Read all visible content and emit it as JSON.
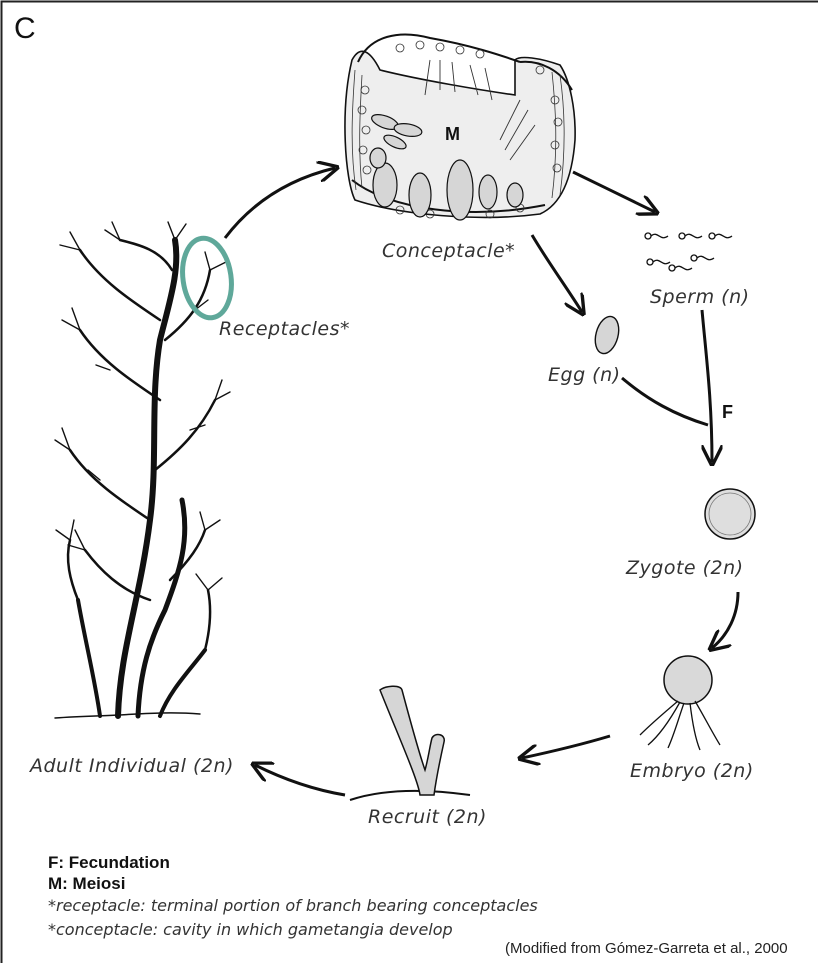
{
  "panel_letter": "C",
  "labels": {
    "meiosis_marker": "M",
    "fecundation_marker": "F",
    "receptacles": "Receptacles*",
    "conceptacle": "Conceptacle*",
    "sperm": "Sperm (n)",
    "egg": "Egg (n)",
    "zygote": "Zygote (2n)",
    "embryo": "Embryo (2n)",
    "recruit": "Recruit (2n)",
    "adult": "Adult Individual (2n)"
  },
  "legend": {
    "f_line": "F: Fecundation",
    "m_line": "M: Meiosi",
    "receptacle_note": "*receptacle: terminal portion of branch bearing conceptacles",
    "conceptacle_note": "*conceptacle: cavity in which gametangia develop"
  },
  "citation": "(Modified from Gómez-Garreta et al., 2000",
  "colors": {
    "highlight_ring": "#5fa89a",
    "ink": "#111111",
    "frame": "#222222"
  }
}
